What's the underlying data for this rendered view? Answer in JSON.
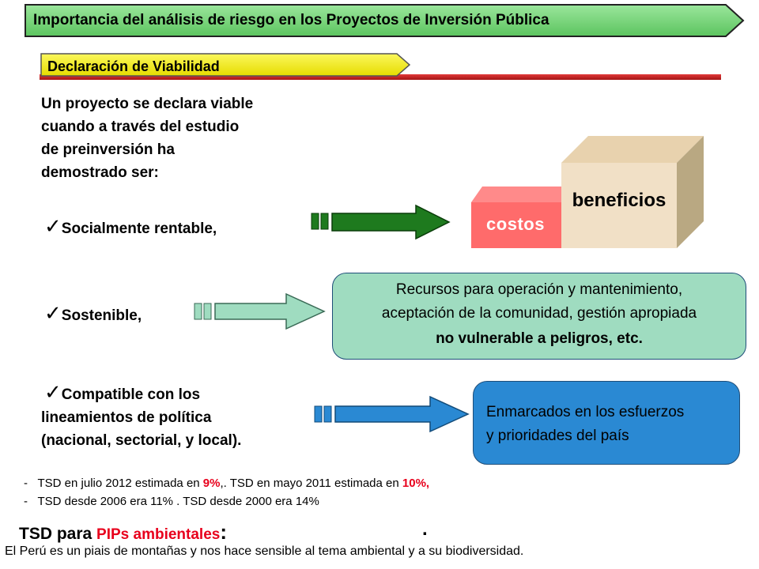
{
  "header": {
    "title": "Importancia del análisis de riesgo  en los Proyectos de Inversión Pública"
  },
  "section": {
    "title": "Declaración de Viabilidad"
  },
  "intro": {
    "lines": [
      "Un proyecto se declara viable",
      "cuando a través del estudio",
      "de preinversión ha",
      "demostrado ser:"
    ]
  },
  "criteria": {
    "item1": "Socialmente rentable,",
    "item2": "Sostenible,",
    "item3_lines": [
      "Compatible con los",
      "lineamientos de política",
      "(nacional, sectorial, y local)."
    ]
  },
  "blocks": {
    "costos": "costos",
    "beneficios": "beneficios"
  },
  "sustainability_box": {
    "line1": "Recursos para operación y mantenimiento,",
    "line2": "aceptación de la comunidad, gestión apropiada",
    "line3": "no vulnerable a peligros, etc."
  },
  "compatibility_box": {
    "line1": "Enmarcados en los esfuerzos",
    "line2": "y prioridades  del país"
  },
  "notes": {
    "row1_a": "TSD en julio 2012 estimada en ",
    "row1_b": "9%",
    "row1_c": ",. TSD en mayo 2011 estimada en ",
    "row1_d": "10%,",
    "row2": "TSD desde 2006 era 11% . TSD desde 2000 era 14%"
  },
  "tsd": {
    "label": "TSD para ",
    "pip": "PIPs ambientales",
    "colon": ":",
    "dot": "."
  },
  "footer": {
    "text": "El Perú  es  un piais de montañas y nos hace sensible al tema ambiental y a su biodiversidad."
  },
  "colors": {
    "title_banner": "#79d67c",
    "section_banner": "#f6f31f",
    "dark_arrow": "#1e7a1e",
    "light_arrow": "#9fdcc0",
    "blue_arrow": "#2a89d3",
    "costos": "#ff6b6b",
    "beneficios": "#f1e0c6",
    "note_highlight": "#e8001c"
  }
}
